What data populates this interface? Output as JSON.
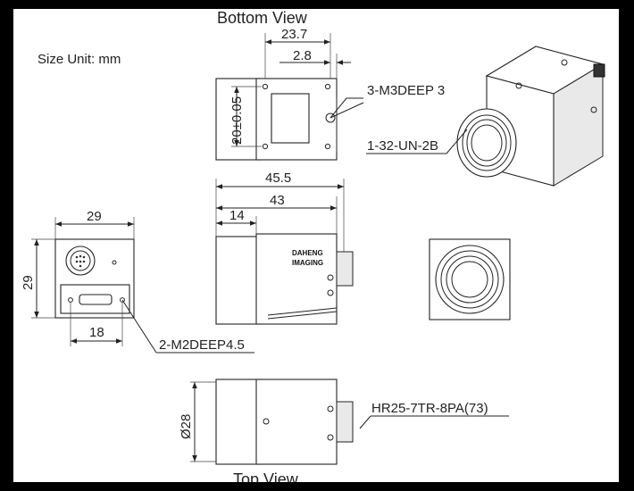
{
  "views": {
    "bottom_title": "Bottom View",
    "top_title": "Top View"
  },
  "unit_note": "Size Unit: mm",
  "dimensions": {
    "d_23_7": "23.7",
    "d_2_8": "2.8",
    "d_20": "20±0.05",
    "d_45_5": "45.5",
    "d_43": "43",
    "d_14": "14",
    "d_29_w": "29",
    "d_29_h": "29",
    "d_18": "18",
    "d_28": "Ø28"
  },
  "callouts": {
    "m3": "3-M3DEEP 3",
    "thread": "1-32-UN-2B",
    "m2": "2-M2DEEP4.5",
    "connector": "HR25-7TR-8PA(73)"
  },
  "logo": {
    "line1": "DAHENG",
    "line2": "IMAGING"
  }
}
